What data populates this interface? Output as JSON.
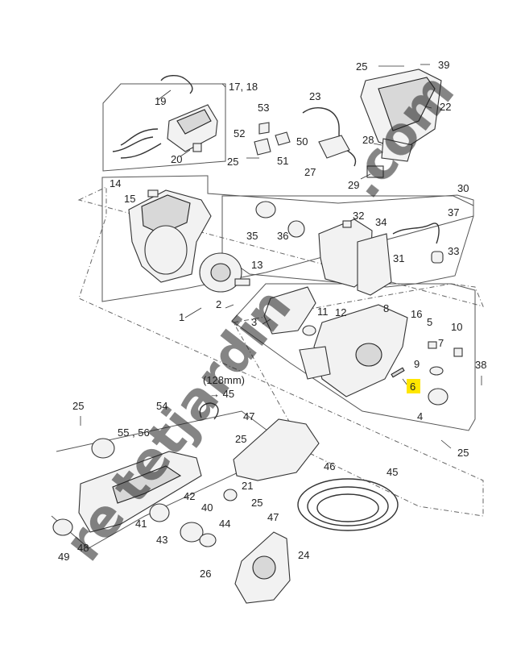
{
  "diagram": {
    "labels": {
      "l1": "1",
      "l2": "2",
      "l3": "3",
      "l4": "4",
      "l5": "5",
      "l6": "6",
      "l7": "7",
      "l8": "8",
      "l9": "9",
      "l10": "10",
      "l11": "11",
      "l12": "12",
      "l13": "13",
      "l14": "14",
      "l15": "15",
      "l16": "16",
      "l1718": "17, 18",
      "l19": "19",
      "l20": "20",
      "l21": "21",
      "l22": "22",
      "l23": "23",
      "l24": "24",
      "l25a": "25",
      "l25b": "25",
      "l25c": "25",
      "l25d": "25",
      "l25e": "25",
      "l25f": "25",
      "l26": "26",
      "l27": "27",
      "l28": "28",
      "l29": "29",
      "l30": "30",
      "l31": "31",
      "l32": "32",
      "l33": "33",
      "l34": "34",
      "l35": "35",
      "l36": "36",
      "l37": "37",
      "l38": "38",
      "l39": "39",
      "l40": "40",
      "l41": "41",
      "l42": "42",
      "l43": "43",
      "l44": "44",
      "l45": "45",
      "l46": "46",
      "l47a": "47",
      "l47b": "47",
      "l48": "48",
      "l49": "49",
      "l50": "50",
      "l51": "51",
      "l52": "52",
      "l53": "53",
      "l54": "54",
      "l5556": "55 , 56"
    },
    "hose_note": "(128mm)",
    "hose_ref": "→ 45",
    "highlighted_part": "6",
    "highlight_color": "#ffe600",
    "watermark": {
      "text_a": "re",
      "text_b": "tetjardin",
      "text_c": ".com",
      "colors": [
        "#9ad64a",
        "#f5a623",
        "#9ad64a",
        "#c9b67a"
      ]
    }
  }
}
